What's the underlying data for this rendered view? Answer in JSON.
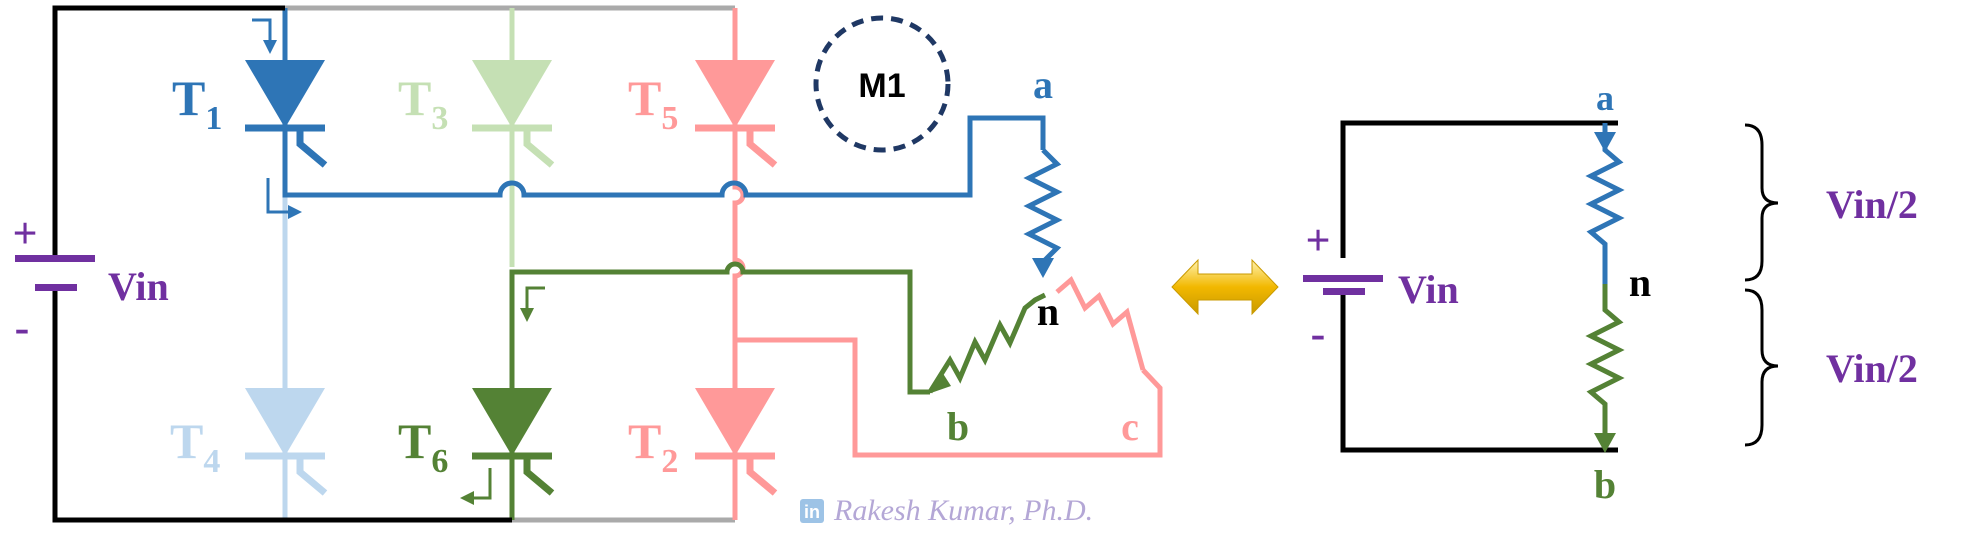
{
  "colors": {
    "blue": "#2E75B6",
    "light_blue": "#BDD7EE",
    "light_green": "#C5E0B4",
    "green": "#548235",
    "pink": "#FF9999",
    "black": "#000000",
    "gray": "#AAAAAA",
    "purple": "#7030A0",
    "navy": "#1F3864",
    "gold": "#F2B800"
  },
  "thyristors": {
    "t1": {
      "base": "T",
      "sub": "1"
    },
    "t3": {
      "base": "T",
      "sub": "3"
    },
    "t5": {
      "base": "T",
      "sub": "5"
    },
    "t4": {
      "base": "T",
      "sub": "4"
    },
    "t6": {
      "base": "T",
      "sub": "6"
    },
    "t2": {
      "base": "T",
      "sub": "2"
    }
  },
  "mode_badge": "M1",
  "left_circuit": {
    "supply": {
      "plus": "+",
      "minus": "-",
      "label": "Vin"
    },
    "node_a": "a",
    "node_b": "b",
    "node_c": "c",
    "node_n": "n"
  },
  "right_circuit": {
    "supply": {
      "plus": "+",
      "minus": "-",
      "label": "Vin"
    },
    "node_a": "a",
    "node_n": "n",
    "node_b": "b",
    "upper_voltage": "Vin/2",
    "lower_voltage": "Vin/2"
  },
  "credit": {
    "icon": "linkedin-icon",
    "text": "Rakesh Kumar, Ph.D."
  }
}
